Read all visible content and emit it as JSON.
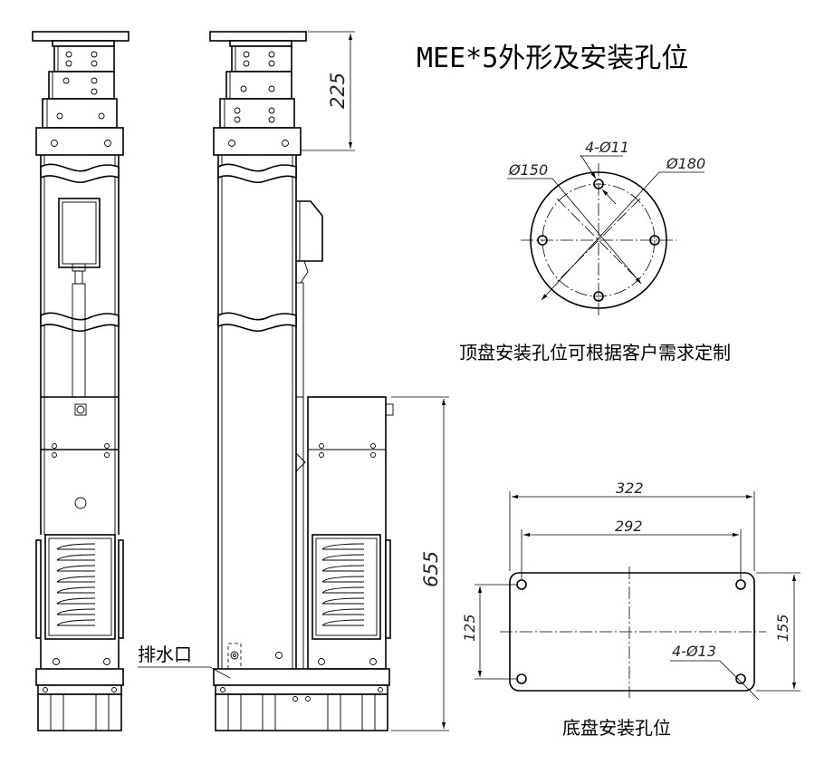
{
  "title": "MEE*5外形及安装孔位",
  "top_note": "顶盘安装孔位可根据客户需求定制",
  "bottom_note": "底盘安装孔位",
  "drain_label": "排水口",
  "dimensions": {
    "top_height": "225",
    "base_height": "655",
    "top_plate_inner_dia": "Ø150",
    "top_plate_outer_dia": "Ø180",
    "top_plate_holes": "4-Ø11",
    "base_outer_width": "322",
    "base_hole_spacing_x": "292",
    "base_hole_spacing_y": "125",
    "base_outer_height": "155",
    "base_holes": "4-Ø13"
  }
}
